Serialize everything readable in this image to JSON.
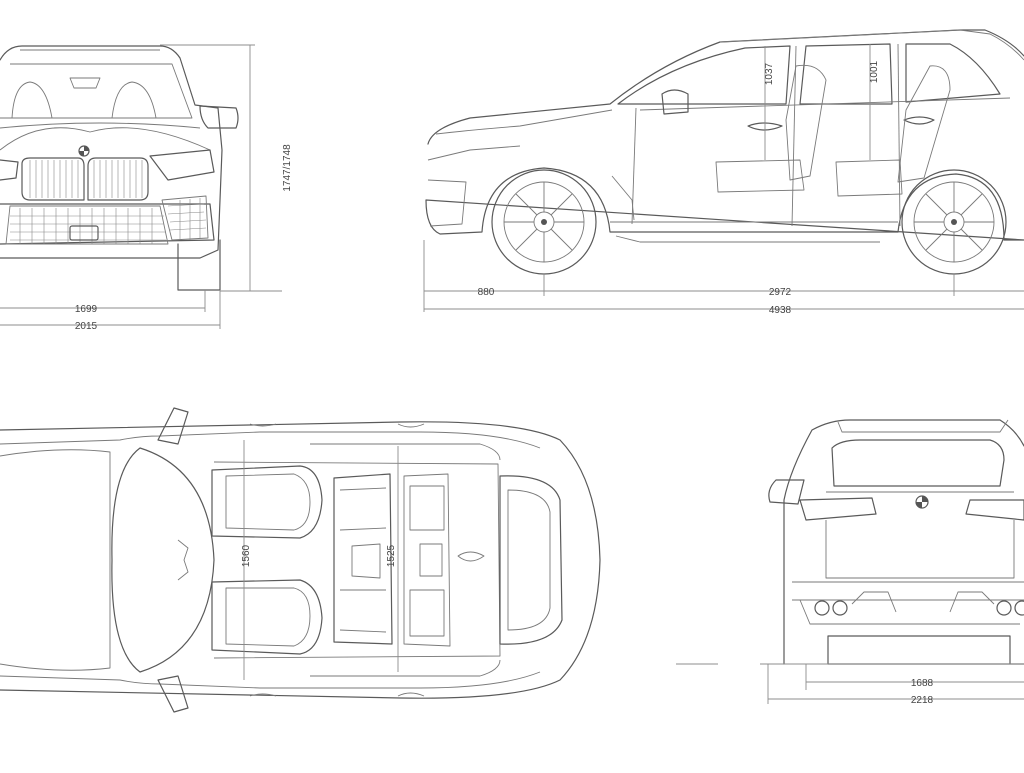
{
  "dimensions": {
    "height": "1747/1748",
    "front_track": "1699",
    "width_mirrors_front": "2015",
    "front_headroom": "1037",
    "rear_headroom": "1001",
    "front_overhang": "880",
    "wheelbase": "2972",
    "length": "4938",
    "front_shoulder": "1560",
    "rear_shoulder": "1525",
    "rear_track": "1688",
    "width_mirrors_rear": "2218"
  },
  "icons": {
    "brand_badge": "roundel-badge-icon"
  }
}
